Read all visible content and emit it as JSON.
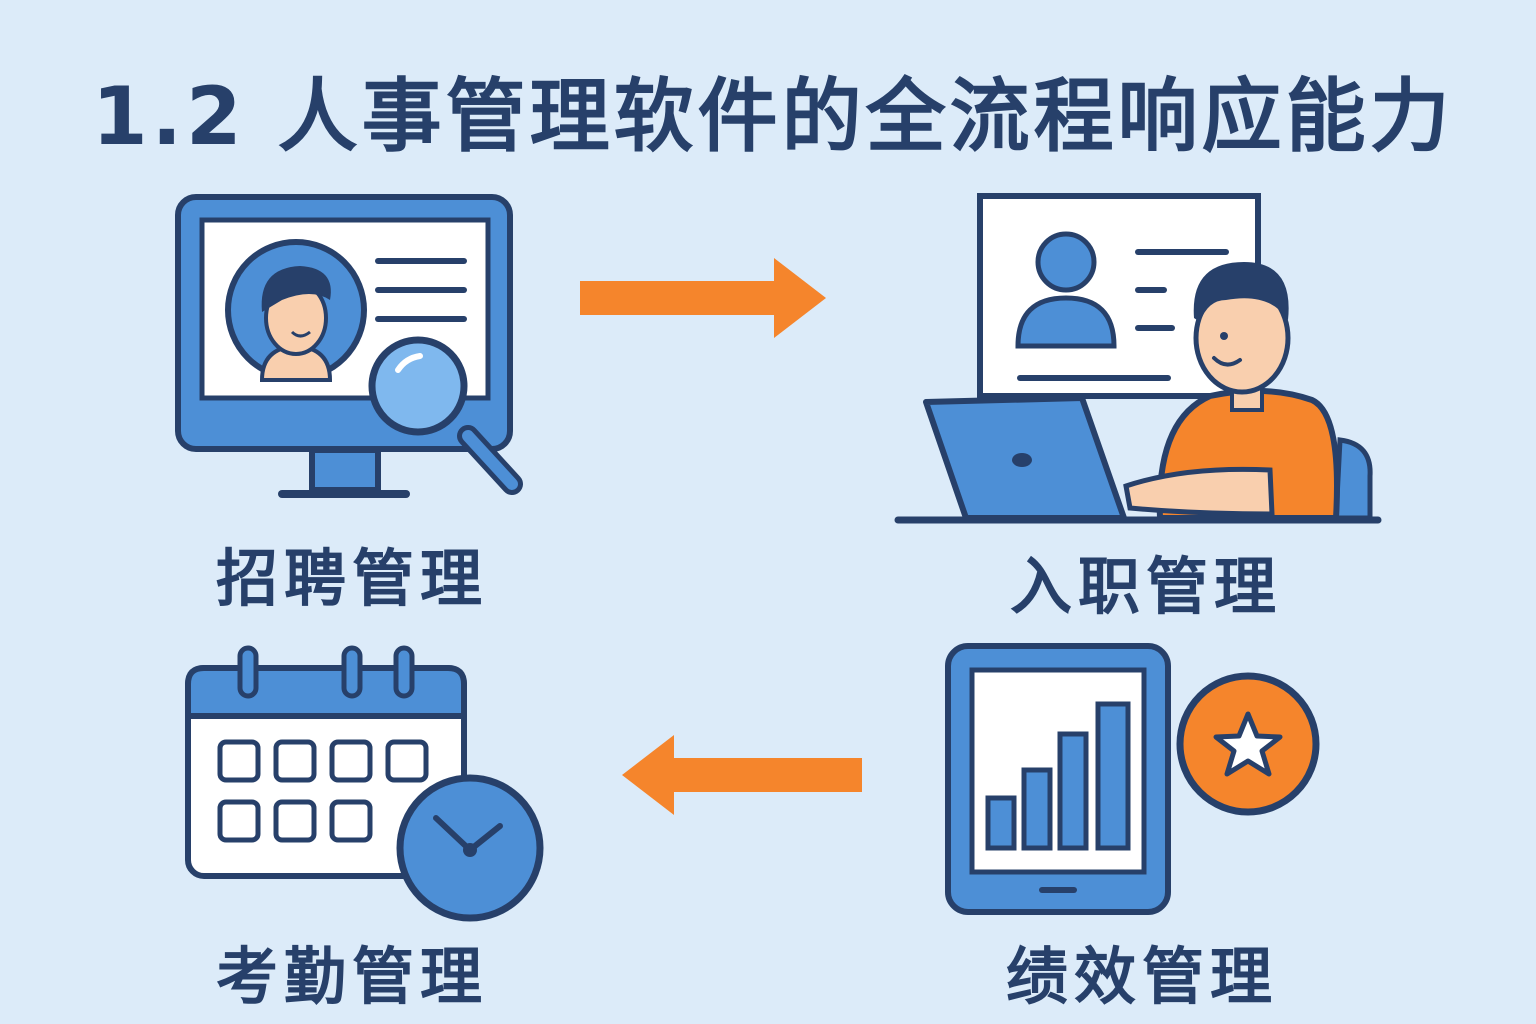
{
  "title": "1.2 人事管理软件的全流程响应能力",
  "steps": [
    {
      "label": "招聘管理",
      "icon": "recruitment-monitor-icon"
    },
    {
      "label": "入职管理",
      "icon": "onboarding-laptop-icon"
    },
    {
      "label": "绩效管理",
      "icon": "performance-tablet-icon"
    },
    {
      "label": "考勤管理",
      "icon": "attendance-calendar-icon"
    }
  ],
  "colors": {
    "background": "#dcebf9",
    "outline": "#27406a",
    "blue": "#4d8fd6",
    "light_blue": "#7fb8ee",
    "orange": "#f5852c",
    "skin": "#f9cfae"
  }
}
